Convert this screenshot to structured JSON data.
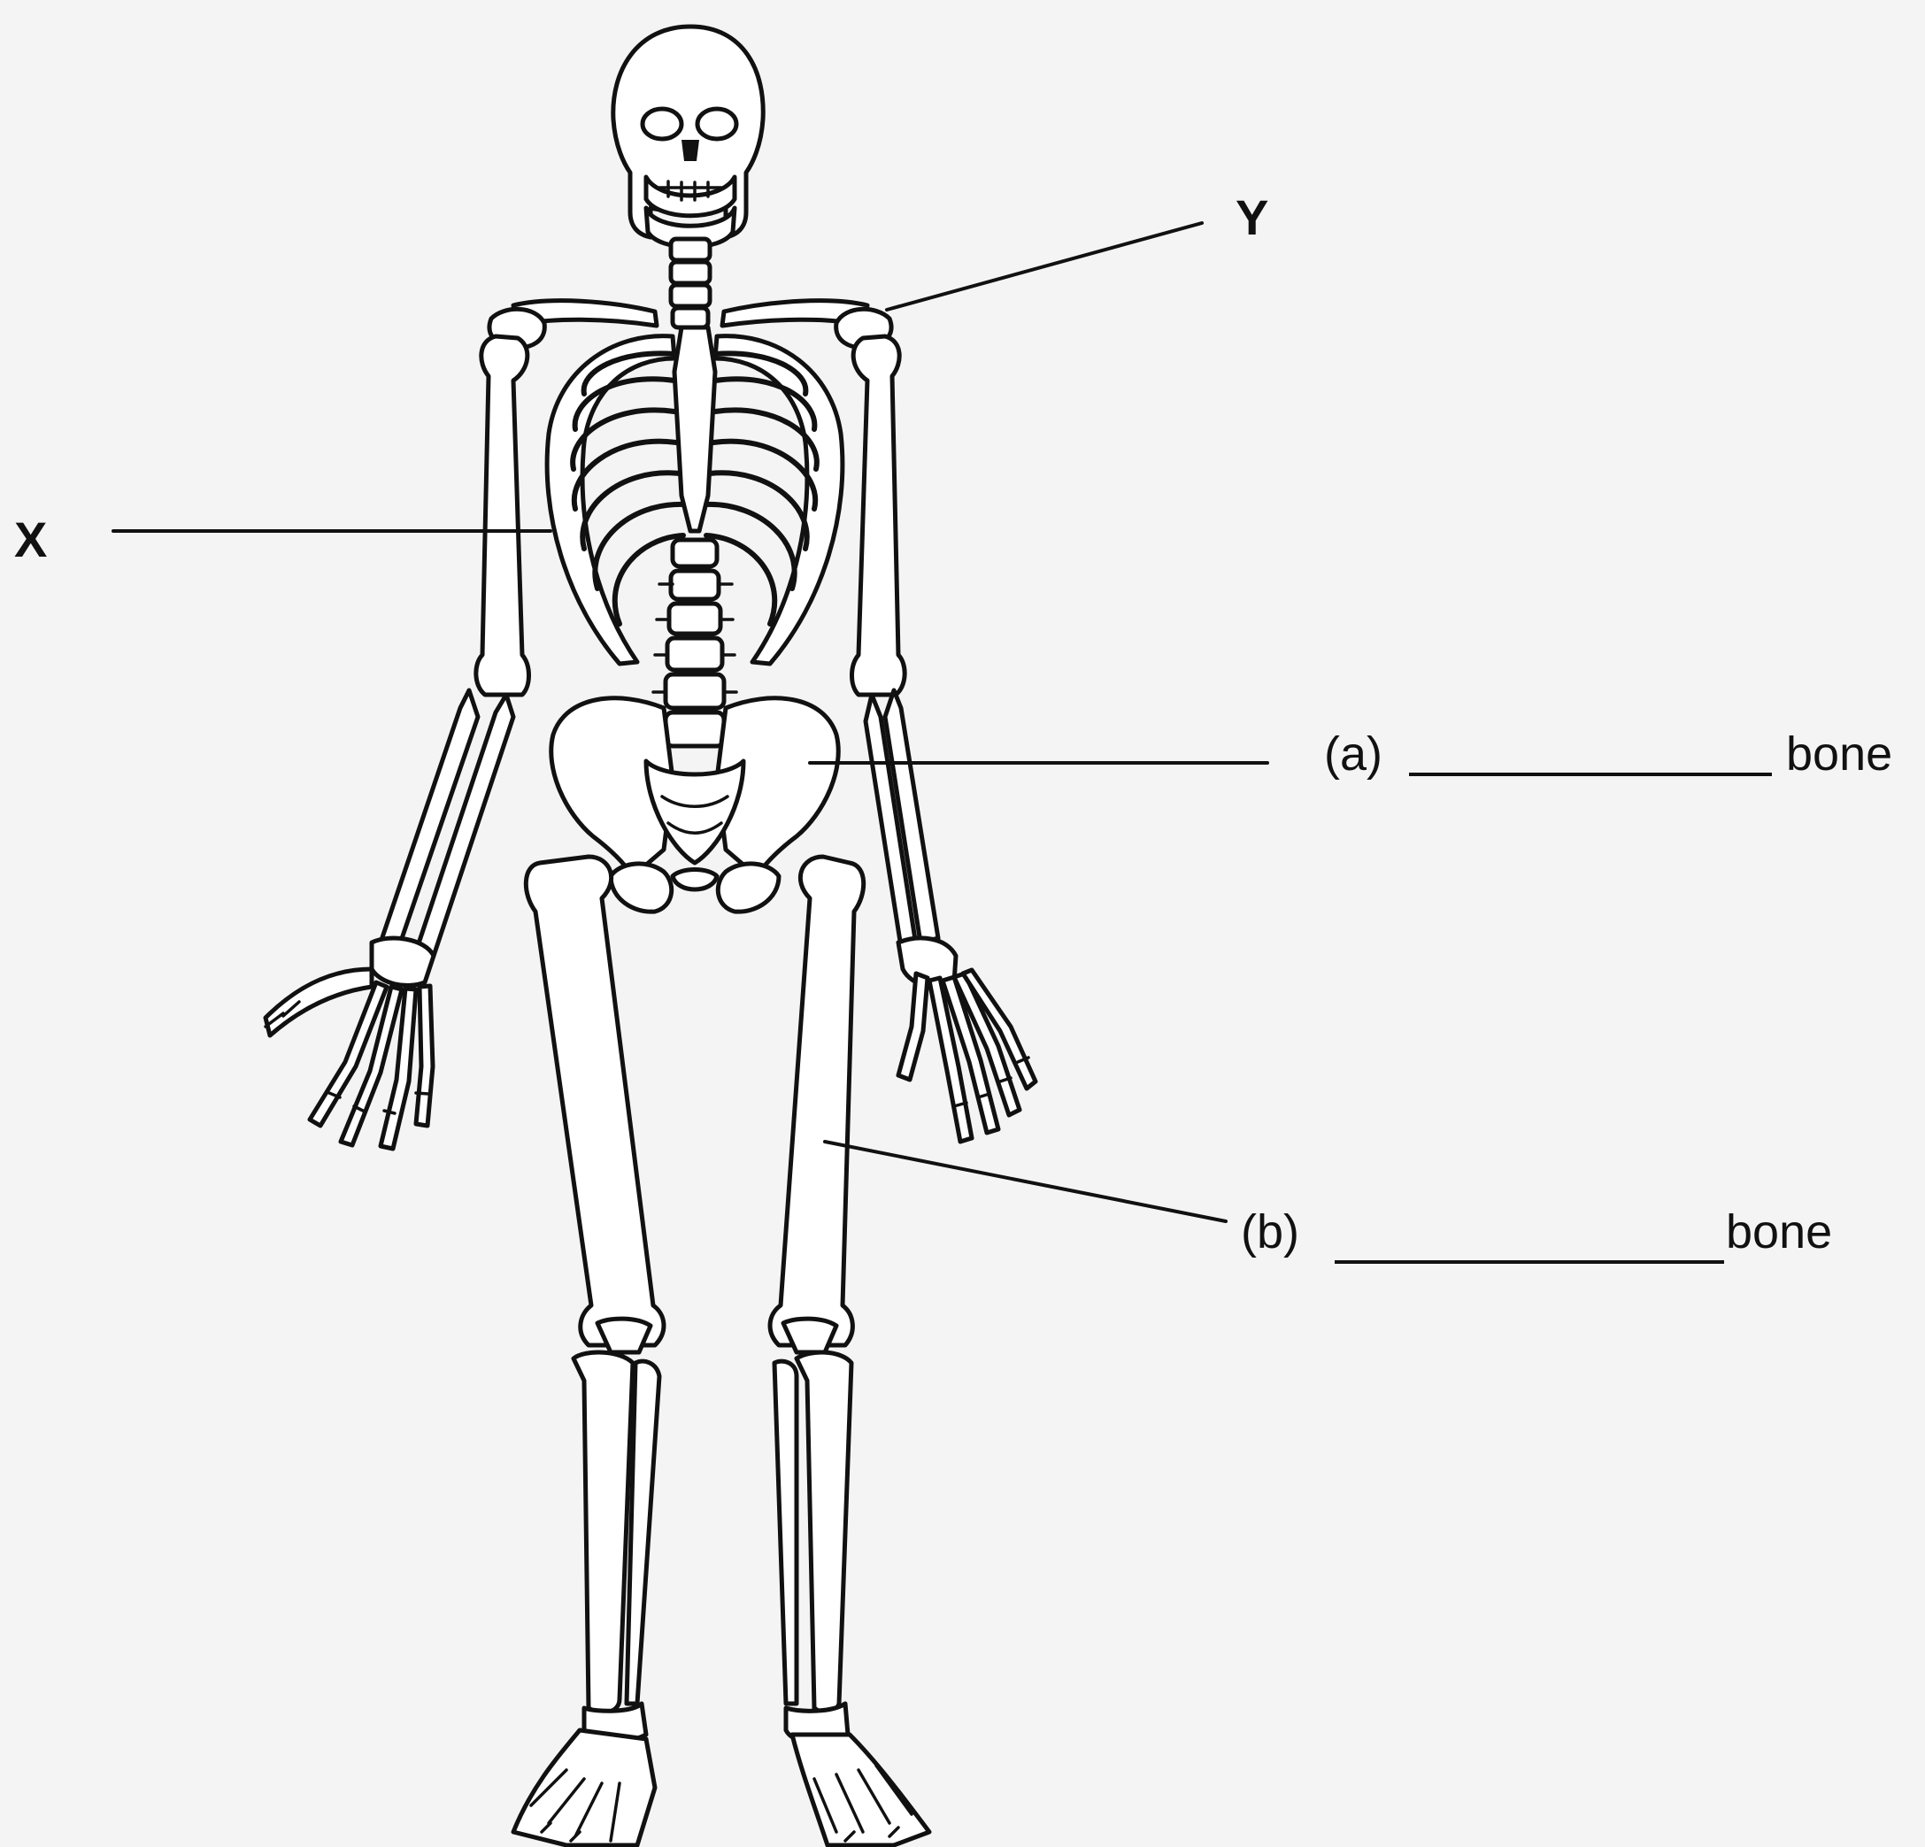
{
  "labels": {
    "x": "X",
    "y": "Y",
    "a_prefix": "(a)",
    "a_suffix": "bone",
    "b_prefix": "(b)",
    "b_suffix": "bone"
  }
}
